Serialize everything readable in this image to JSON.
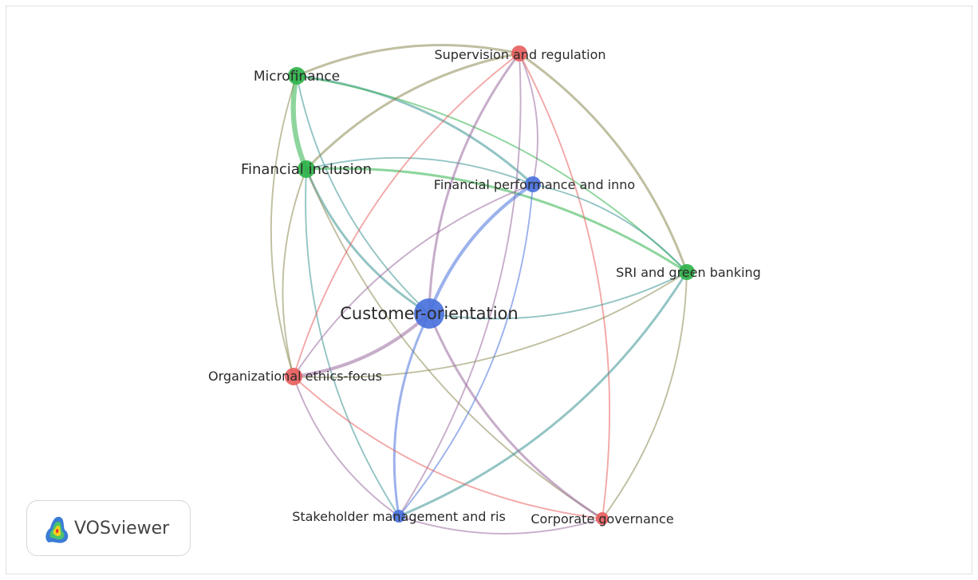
{
  "nodes": [
    {
      "id": "customer",
      "label": "Customer-orientation",
      "color": "#4a72dd",
      "cluster": "blue"
    },
    {
      "id": "finperf",
      "label": "Financial performance and inno",
      "color": "#4a72dd",
      "cluster": "blue"
    },
    {
      "id": "stake",
      "label": "Stakeholder management and ris",
      "color": "#4a72dd",
      "cluster": "blue"
    },
    {
      "id": "microfinance",
      "label": "Microfinance",
      "color": "#2fb34a",
      "cluster": "green"
    },
    {
      "id": "fininc",
      "label": "Financial inclusion",
      "color": "#2fb34a",
      "cluster": "green"
    },
    {
      "id": "sri",
      "label": "SRI and green banking",
      "color": "#2fb34a",
      "cluster": "green"
    },
    {
      "id": "supervision",
      "label": "Supervision and regulation",
      "color": "#e8605e",
      "cluster": "red"
    },
    {
      "id": "orgethics",
      "label": "Organizational ethics-focus",
      "color": "#e8605e",
      "cluster": "red"
    },
    {
      "id": "corpgov",
      "label": "Corporate governance",
      "color": "#e8605e",
      "cluster": "red"
    }
  ],
  "links": [
    {
      "source": "microfinance",
      "target": "fininc",
      "strength": 5
    },
    {
      "source": "microfinance",
      "target": "supervision",
      "strength": 2
    },
    {
      "source": "microfinance",
      "target": "finperf",
      "strength": 2
    },
    {
      "source": "microfinance",
      "target": "sri",
      "strength": 1
    },
    {
      "source": "microfinance",
      "target": "customer",
      "strength": 1
    },
    {
      "source": "microfinance",
      "target": "orgethics",
      "strength": 1
    },
    {
      "source": "fininc",
      "target": "customer",
      "strength": 2
    },
    {
      "source": "fininc",
      "target": "supervision",
      "strength": 2
    },
    {
      "source": "fininc",
      "target": "finperf",
      "strength": 1
    },
    {
      "source": "fininc",
      "target": "sri",
      "strength": 2
    },
    {
      "source": "fininc",
      "target": "orgethics",
      "strength": 1
    },
    {
      "source": "fininc",
      "target": "stake",
      "strength": 1
    },
    {
      "source": "fininc",
      "target": "corpgov",
      "strength": 1
    },
    {
      "source": "supervision",
      "target": "customer",
      "strength": 2
    },
    {
      "source": "supervision",
      "target": "finperf",
      "strength": 1
    },
    {
      "source": "supervision",
      "target": "sri",
      "strength": 2
    },
    {
      "source": "supervision",
      "target": "orgethics",
      "strength": 1
    },
    {
      "source": "supervision",
      "target": "corpgov",
      "strength": 1
    },
    {
      "source": "supervision",
      "target": "stake",
      "strength": 1
    },
    {
      "source": "finperf",
      "target": "customer",
      "strength": 3
    },
    {
      "source": "finperf",
      "target": "sri",
      "strength": 1
    },
    {
      "source": "finperf",
      "target": "orgethics",
      "strength": 1
    },
    {
      "source": "finperf",
      "target": "stake",
      "strength": 1
    },
    {
      "source": "sri",
      "target": "customer",
      "strength": 1
    },
    {
      "source": "sri",
      "target": "orgethics",
      "strength": 1
    },
    {
      "source": "sri",
      "target": "stake",
      "strength": 2
    },
    {
      "source": "sri",
      "target": "corpgov",
      "strength": 1
    },
    {
      "source": "customer",
      "target": "orgethics",
      "strength": 3
    },
    {
      "source": "customer",
      "target": "stake",
      "strength": 2
    },
    {
      "source": "customer",
      "target": "corpgov",
      "strength": 2
    },
    {
      "source": "orgethics",
      "target": "corpgov",
      "strength": 1
    },
    {
      "source": "orgethics",
      "target": "stake",
      "strength": 1
    },
    {
      "source": "stake",
      "target": "corpgov",
      "strength": 1
    }
  ],
  "brand": {
    "name": "VOSviewer"
  }
}
